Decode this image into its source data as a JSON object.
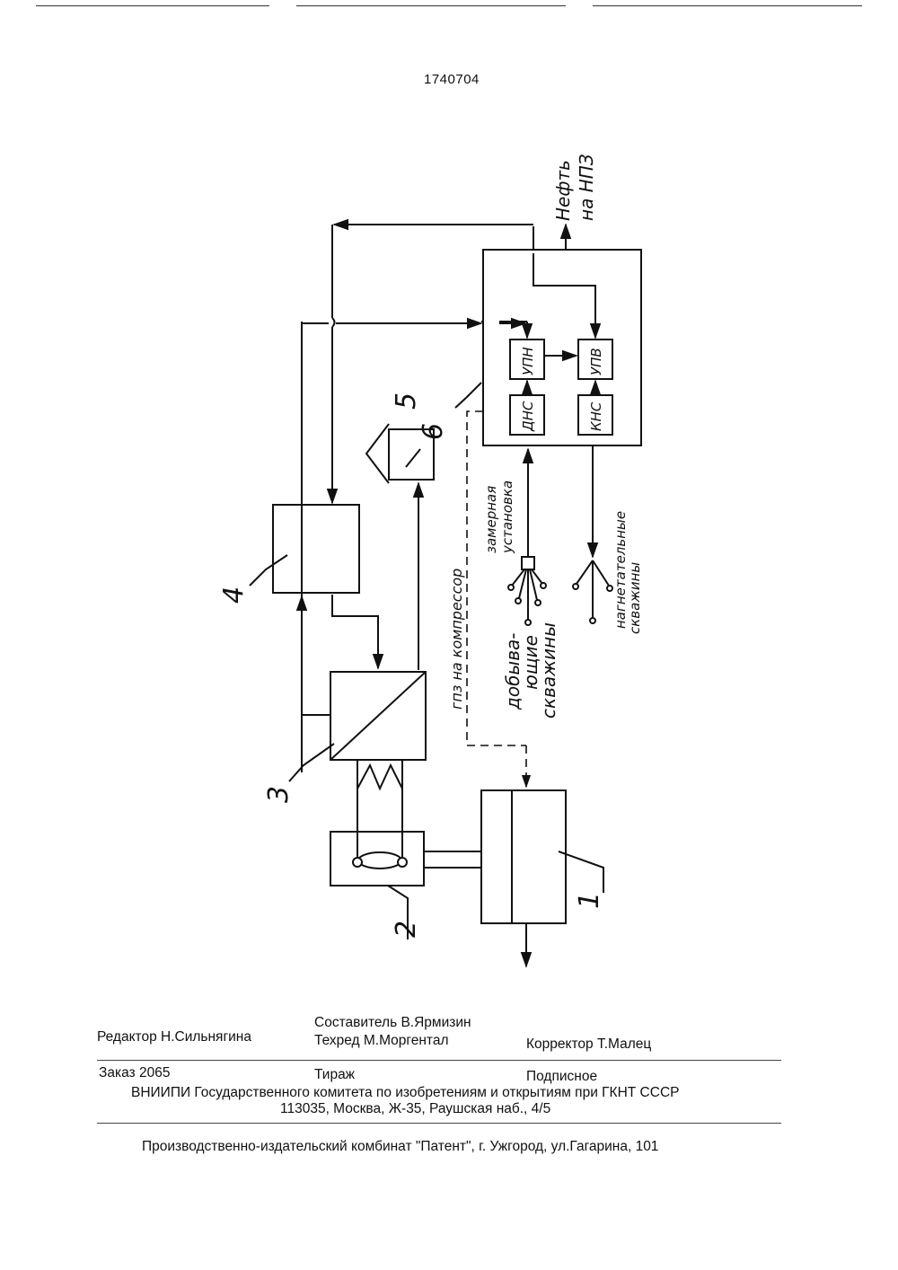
{
  "patent_number": "1740704",
  "diagram": {
    "labels": {
      "block_1": "1",
      "block_2": "2",
      "block_3": "3",
      "block_4": "4",
      "block_5": "5",
      "block_6": "6"
    },
    "sub_blocks": {
      "upn": "УПН",
      "upv": "УПВ",
      "dns": "ДНС",
      "kns": "КНС"
    },
    "texts": {
      "oil_line1": "Нефть",
      "oil_line2": "на НПЗ",
      "gas_to_compressor": "гпз на компрессор",
      "metering_line1": "замерная",
      "metering_line2": "установка",
      "producing_line1": "добыва-",
      "producing_line2": "ющие",
      "producing_line3": "скважины",
      "injection_line1": "нагнетательные",
      "injection_line2": "скважины"
    }
  },
  "footer": {
    "editor": "Редактор  Н.Сильнягина",
    "compiler": "Составитель В.Ярмизин",
    "techred": "Техред М.Моргентал",
    "corrector": "Корректор  Т.Малец",
    "order": "Заказ  2065",
    "circulation": "Тираж",
    "subscription": "Подписное",
    "org_line1": "ВНИИПИ Государственного комитета по изобретениям и открытиям при ГКНТ СССР",
    "org_line2": "113035, Москва, Ж-35, Раушская наб., 4/5",
    "publisher": "Производственно-издательский комбинат \"Патент\", г. Ужгород, ул.Гагарина, 101"
  }
}
